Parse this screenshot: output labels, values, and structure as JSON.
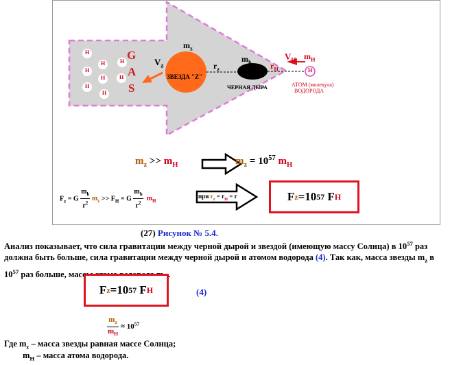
{
  "diagram": {
    "gas": [
      "G",
      "A",
      "S"
    ],
    "h": "H",
    "vz": "V",
    "vz_sub": "z",
    "mz_label": "m",
    "mz_sub": "z",
    "star_label": "ЗВЕЗДА \"Z\"",
    "rz": "r",
    "rz_sub": "z",
    "mh_bh": "m",
    "mh_bh_sub": "h",
    "black_hole_label": "ЧЕРНАЯ ДЫРА",
    "rh": "r",
    "rh_sub": "H",
    "vh": "V",
    "vh_sub": "H",
    "mH_atom": "m",
    "mH_atom_sub": "H",
    "atom_label_1": "АТОМ (молекула)",
    "atom_label_2": "ВОДОРОДА"
  },
  "formulas": {
    "row1_left_mz": "m",
    "z": "z",
    "gg": ">>",
    "row1_left_mh": "m",
    "H": "H",
    "row1_right_mz": "m",
    "row1_right_eq": "= 10",
    "exp57": "57",
    "row1_right_mh": "m",
    "fz_l": "F",
    "fz_eq": "= G",
    "mh_num": "m",
    "h": "h",
    "r2_den": "r",
    "two": "2",
    "mz2": "m",
    "gg2": ">> F",
    "fh_eq": "= G",
    "mh2": "m",
    "pri": "при",
    "pri_rz": "r",
    "pri_eq1": "= r",
    "pri_eq2": "= r",
    "box_F1": "F",
    "box_eq": "=10",
    "box_F2": "F"
  },
  "text": {
    "caption_num": "(27) ",
    "caption_label": "Рисунок № 5.4.",
    "para_1": "Анализ показывает, что сила гравитации между черной дырой и звездой (имеющую массу Солнца) в 10",
    "para_2": " раз должна быть больше, сила гравитации между черной дырой и атомом водорода ",
    "para_ref": "(4)",
    "para_3": ". Так как, масса звезды m",
    "para_4": " в 10",
    "para_5": " раз больше, массы атома водорода m",
    "para_6": ".",
    "eq_ref": "(4)",
    "approx": "≈ 10",
    "where_1_a": "Где m",
    "where_1_b": " – масса звезды равная массе Солнца;",
    "where_2_a": "m",
    "where_2_b": " – масса атома водорода."
  }
}
